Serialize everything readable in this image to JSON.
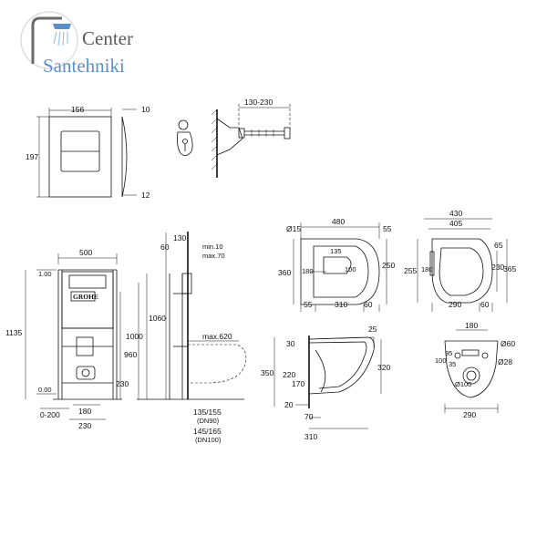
{
  "logo": {
    "line1": "Center",
    "line2": "Santehniki",
    "primary_color": "#5a5a5a",
    "accent_color": "#5a8fc9",
    "icon": "shower-head-icon"
  },
  "flush_plate": {
    "width": "156",
    "height": "197",
    "depth_top": "10",
    "depth_bottom": "12",
    "rod_length": "130-230"
  },
  "frame": {
    "width": "500",
    "height_total": "1135",
    "top_offset": "1.00",
    "bottom_offset": "0.00",
    "base_range": "0-200",
    "inner": "180",
    "outer": "230",
    "brand": "GROHE"
  },
  "side_view": {
    "top_130": "130",
    "top_60": "60",
    "min_label": "min.10",
    "max_label": "max.70",
    "h1060": "1060",
    "h1000": "1000",
    "h960": "960",
    "h230": "230",
    "max620": "max.620",
    "pipe1": "135/155",
    "pipe1_dn": "(DN90)",
    "pipe2": "145/165",
    "pipe2_dn": "(DN100)"
  },
  "bowl_top": {
    "width": "480",
    "hole": "Ø15",
    "h55": "55",
    "h360": "360",
    "h180": "180",
    "inner135": "135",
    "inner100": "100",
    "h250": "250",
    "b55": "55",
    "b310": "310",
    "b60": "60"
  },
  "seat_top": {
    "w430": "430",
    "w405": "405",
    "h65": "65",
    "h255": "255",
    "h180": "180",
    "h230": "230",
    "h365": "365",
    "b290": "290",
    "b60": "60"
  },
  "bowl_side": {
    "h25": "25",
    "h350": "350",
    "h320": "320",
    "h30": "30",
    "h220": "220",
    "h170": "170",
    "b20": "20",
    "b70": "70",
    "b310": "310"
  },
  "bowl_back": {
    "w180": "180",
    "d60": "Ø60",
    "d28": "Ø28",
    "h100": "100",
    "h95": "95",
    "h35": "35",
    "d100": "Ø100",
    "w290": "290"
  }
}
